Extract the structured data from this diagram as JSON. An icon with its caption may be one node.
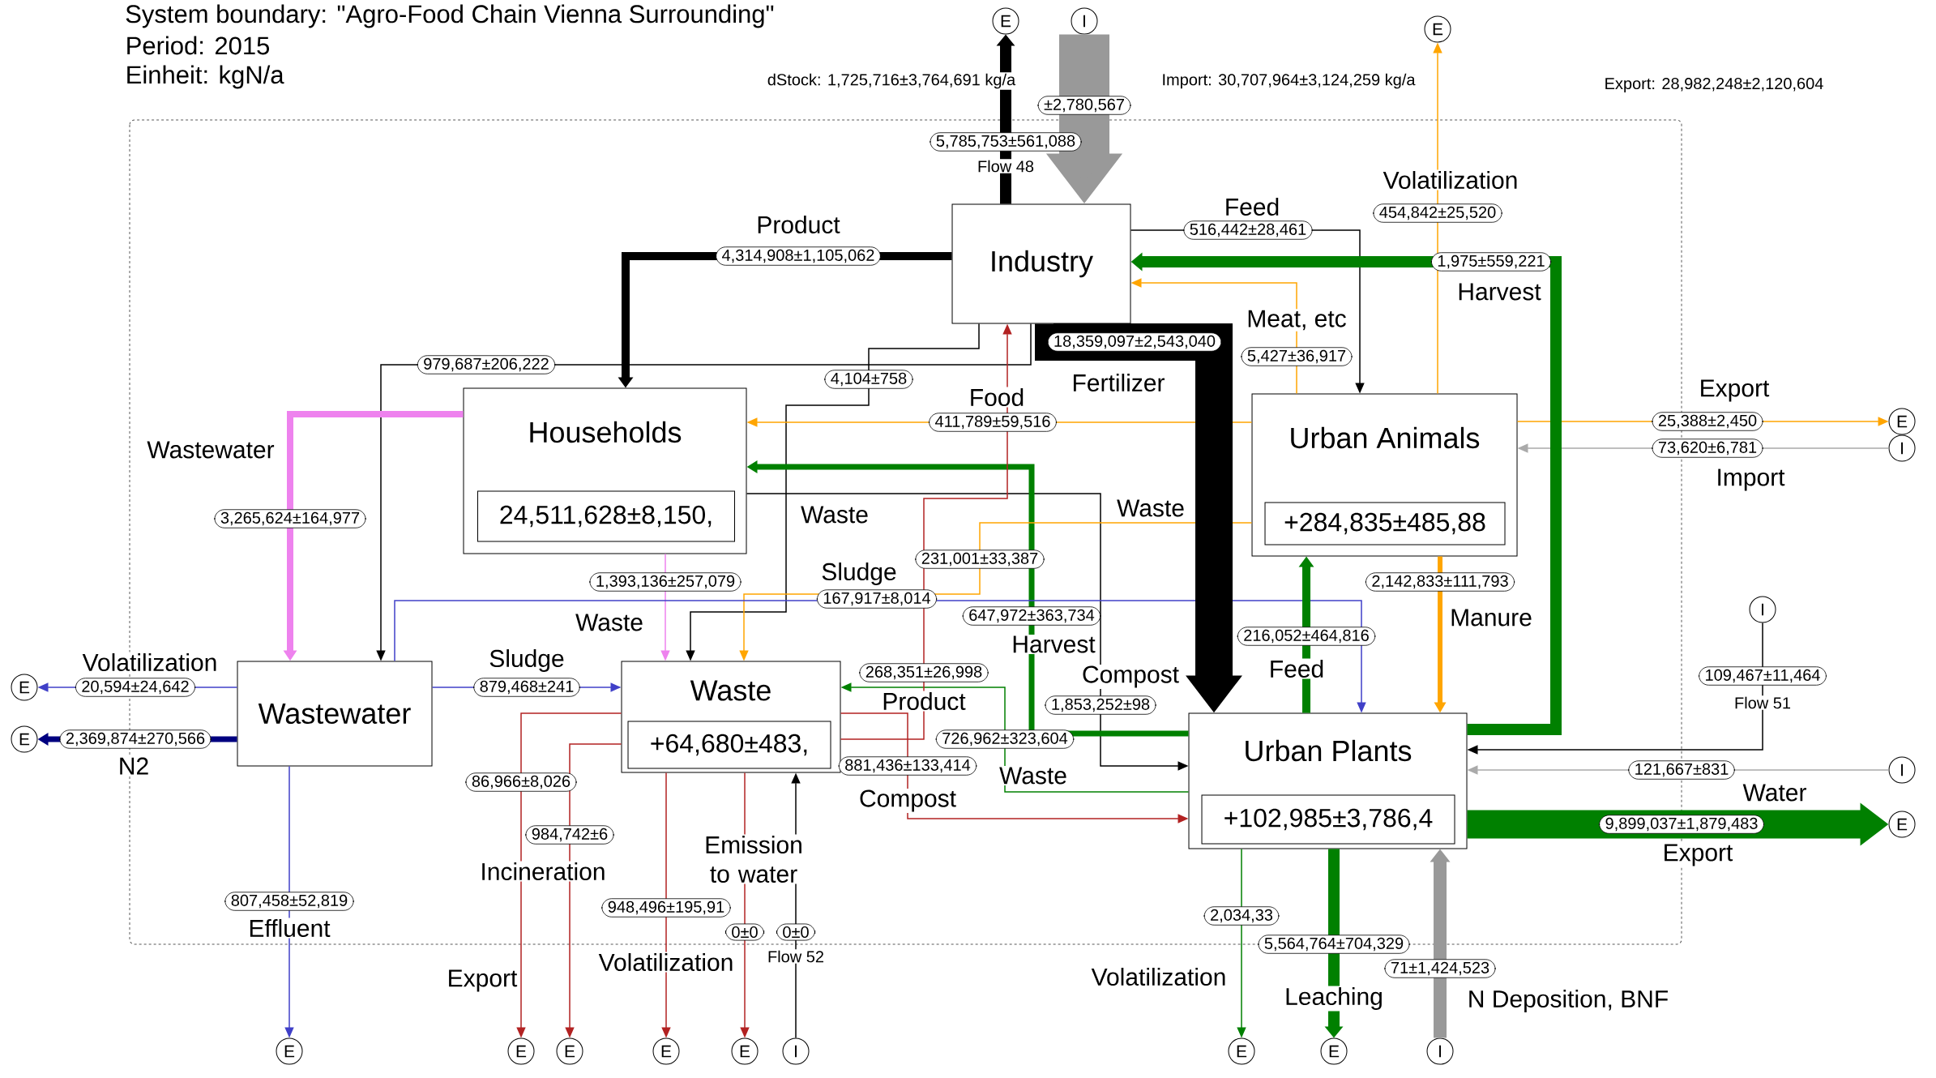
{
  "diagram": {
    "title": "System boundary: \"Agro-Food Chain Vienna Surrounding\"",
    "nodes": [
      {
        "text": [
          "Industry"
        ]
      },
      {
        "text": [
          "Households",
          "24,511,628±8,150,"
        ]
      },
      {
        "text": [
          "Urban Animals",
          "+284,835±485,88"
        ]
      },
      {
        "text": [
          "Wastewater"
        ]
      },
      {
        "text": [
          "Waste",
          "+64,680±483,"
        ]
      },
      {
        "text": [
          "Urban Plants",
          "+102,985±3,786,4"
        ]
      },
      {
        "text": [
          "E"
        ]
      },
      {
        "text": [
          "I"
        ]
      },
      {
        "text": [
          "E"
        ]
      },
      {
        "text": [
          "E"
        ]
      },
      {
        "text": [
          "I"
        ]
      },
      {
        "text": [
          "I"
        ]
      },
      {
        "text": [
          "I"
        ]
      },
      {
        "text": [
          "E"
        ]
      },
      {
        "text": [
          "E"
        ]
      },
      {
        "text": [
          "E"
        ]
      },
      {
        "text": [
          "I"
        ]
      },
      {
        "text": [
          "E"
        ]
      },
      {
        "text": [
          "E"
        ]
      },
      {
        "text": [
          "E"
        ]
      },
      {
        "text": [
          "E"
        ]
      },
      {
        "text": [
          "E"
        ]
      },
      {
        "text": [
          "E"
        ]
      },
      {
        "text": [
          "E"
        ]
      },
      {
        "text": [
          "I"
        ]
      }
    ],
    "edges": [
      {
        "from": 0,
        "to": 6,
        "arrow": "to",
        "label": "5,785,753±561,088",
        "style": "thick"
      },
      {
        "from": 7,
        "to": 0,
        "arrow": "to",
        "label": "±2,780,567",
        "style": "thick",
        "color": "#999999"
      },
      {
        "from": 0,
        "to": 1,
        "arrow": "to",
        "label": "4,314,908±1,105,062",
        "style": "thick"
      },
      {
        "from": 0,
        "to": 3,
        "arrow": "to",
        "label": "979,687±206,222"
      },
      {
        "from": 0,
        "to": 4,
        "arrow": "to",
        "label": "4,104±758"
      },
      {
        "from": 2,
        "to": 1,
        "arrow": "to",
        "label": "411,789±59,516",
        "color": "#ffa500"
      },
      {
        "from": 1,
        "to": 3,
        "arrow": "to",
        "label": "3,265,624±164,977",
        "style": "thick",
        "color": "#ee82ee"
      },
      {
        "from": 1,
        "to": 4,
        "arrow": "to",
        "label": "1,393,136±257,079",
        "color": "#ee82ee"
      },
      {
        "from": 1,
        "to": 5,
        "arrow": "to",
        "label": "1,853,252±98"
      },
      {
        "from": 5,
        "to": 1,
        "arrow": "to",
        "label": "647,972±363,734",
        "style": "thick",
        "color": "#008000"
      },
      {
        "from": 5,
        "to": 4,
        "arrow": "to",
        "label": "726,962±323,604",
        "color": "#008000"
      },
      {
        "from": 2,
        "to": 4,
        "arrow": "to",
        "label": "231,001±33,387",
        "color": "#ffa500"
      },
      {
        "from": 3,
        "to": 5,
        "arrow": "to",
        "label": "167,917±8,014",
        "color": "#4040c8"
      },
      {
        "from": 4,
        "to": 0,
        "arrow": "to",
        "label": "268,351±26,998",
        "color": "#b22222"
      },
      {
        "from": 4,
        "to": 5,
        "arrow": "to",
        "label": "881,436±133,414",
        "color": "#b22222"
      },
      {
        "from": 4,
        "to": 20,
        "arrow": "to",
        "label": "86,966±8,026",
        "color": "#b22222"
      },
      {
        "from": 4,
        "to": 21,
        "arrow": "to",
        "label": "984,742±6",
        "color": "#b22222"
      },
      {
        "from": 4,
        "to": 22,
        "arrow": "to",
        "label": "948,496±195,91",
        "color": "#b22222"
      },
      {
        "from": 4,
        "to": 23,
        "arrow": "to",
        "label": "0±0",
        "color": "#b22222"
      },
      {
        "from": 24,
        "to": 4,
        "arrow": "to",
        "label": "0±0"
      },
      {
        "from": 3,
        "to": 17,
        "arrow": "to",
        "label": "20,594±24,642",
        "color": "#4040c8"
      },
      {
        "from": 3,
        "to": 18,
        "arrow": "to",
        "label": "2,369,874±270,566",
        "style": "thick",
        "color": "#000080"
      },
      {
        "from": 3,
        "to": 19,
        "arrow": "to",
        "label": "807,458±52,819",
        "color": "#4040c8"
      },
      {
        "from": 3,
        "to": 4,
        "arrow": "to",
        "label": "879,468±241",
        "color": "#4040c8"
      },
      {
        "from": 2,
        "to": 8,
        "arrow": "to",
        "label": "454,842±25,520",
        "color": "#ffa500"
      },
      {
        "from": 2,
        "to": 9,
        "arrow": "to",
        "label": "25,388±2,450",
        "color": "#ffa500"
      },
      {
        "from": 10,
        "to": 2,
        "arrow": "to",
        "label": "73,620±6,781",
        "color": "#aaaaaa"
      },
      {
        "from": 0,
        "to": 2,
        "arrow": "to",
        "label": "516,442±28,461"
      },
      {
        "from": 2,
        "to": 0,
        "arrow": "to",
        "label": "5,427±36,917",
        "color": "#ffa500"
      },
      {
        "from": 0,
        "to": 5,
        "arrow": "to",
        "label": "18,359,097±2,543,040",
        "style": "thick"
      },
      {
        "from": 5,
        "to": 0,
        "arrow": "to",
        "label": "1,975±559,221",
        "style": "thick",
        "color": "#008000"
      },
      {
        "from": 11,
        "to": 5,
        "arrow": "to",
        "label": "109,467±11,464"
      },
      {
        "from": 12,
        "to": 5,
        "arrow": "to",
        "label": "121,667±831",
        "color": "#aaaaaa"
      },
      {
        "from": 5,
        "to": 13,
        "arrow": "to",
        "label": "9,899,037±1,879,483",
        "style": "thick",
        "color": "#008000"
      },
      {
        "from": 5,
        "to": 14,
        "arrow": "to",
        "label": "2,034,33",
        "color": "#008000"
      },
      {
        "from": 5,
        "to": 15,
        "arrow": "to",
        "label": "5,564,764±704,329",
        "style": "thick",
        "color": "#008000"
      },
      {
        "from": 16,
        "to": 5,
        "arrow": "to",
        "label": "71±1,424,523",
        "style": "thick",
        "color": "#999999"
      },
      {
        "from": 5,
        "to": 2,
        "arrow": "to",
        "label": "216,052±464,816",
        "style": "thick",
        "color": "#008000"
      },
      {
        "from": 2,
        "to": 5,
        "arrow": "to",
        "label": "2,142,833±111,793",
        "style": "thick",
        "color": "#ffa500"
      }
    ],
    "labels": [
      "Period: 2015",
      "Einheit: kgN/a",
      "dStock: 1,725,716±3,764,691 kg/a",
      "Import: 30,707,964±3,124,259 kg/a",
      "Export: 28,982,248±2,120,604",
      "Flow 48",
      "Volatilization",
      "Feed",
      "Product",
      "Harvest",
      "Meat, etc",
      "Fertilizer",
      "Export",
      "Food",
      "Wastewater",
      "Import",
      "Waste",
      "Waste",
      "Sludge",
      "Manure",
      "Waste",
      "Harvest",
      "Volatilization",
      "Sludge",
      "Feed",
      "Compost",
      "Product",
      "Flow 51",
      "N2",
      "Waste",
      "Water",
      "Compost",
      "Export",
      "Emission to water",
      "Incineration",
      "Effluent",
      "Flow 52",
      "Volatilization",
      "Volatilization",
      "Export",
      "Leaching",
      "N Deposition, BNF"
    ]
  }
}
